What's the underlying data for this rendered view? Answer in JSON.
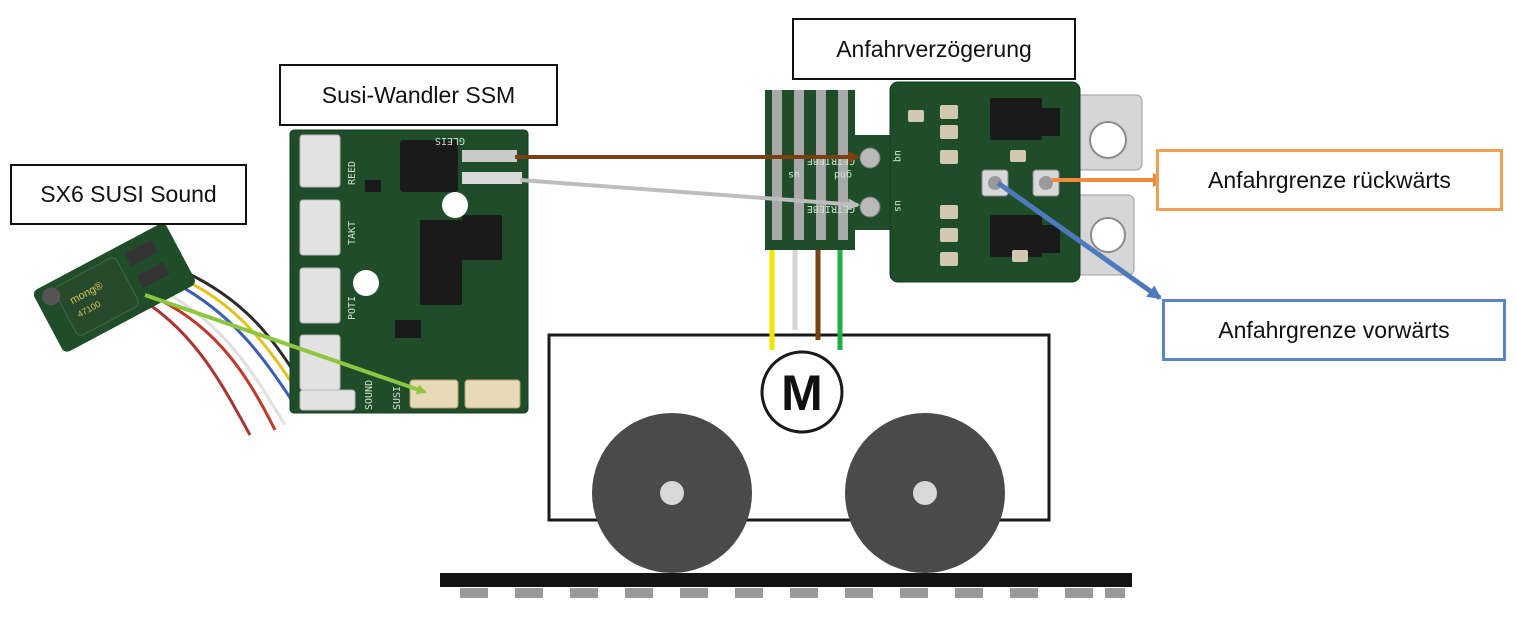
{
  "labels": {
    "sx6": "SX6 SUSI Sound",
    "susi_wandler": "Susi-Wandler SSM",
    "anfahrverzoegerung": "Anfahrverzögerung",
    "rueckwaerts": "Anfahrgrenze rückwärts",
    "vorwaerts": "Anfahrgrenze vorwärts"
  },
  "motor_symbol": "M",
  "pcb_silkscreen": {
    "wandler_side": [
      "SOUND",
      "POTI",
      "TAKT",
      "REED"
    ],
    "wandler_bottom": "SUSI",
    "wandler_top": "GLEIS",
    "delay_pads": [
      "uq",
      "us"
    ],
    "delay_pins": [
      "GETRIEBE",
      "gnd",
      "us",
      "GETRIEBE"
    ]
  },
  "colors": {
    "pcb_green": "#1f4d2a",
    "wire_brown": "#7a3f12",
    "wire_grey": "#d5d5d5",
    "wire_yellow": "#f2e600",
    "wire_green": "#1fae48",
    "arrow_light_green": "#8dc63f",
    "arrow_orange": "#f08a3c",
    "arrow_blue": "#4f79bd",
    "wheel_grey": "#4a4a4a"
  }
}
